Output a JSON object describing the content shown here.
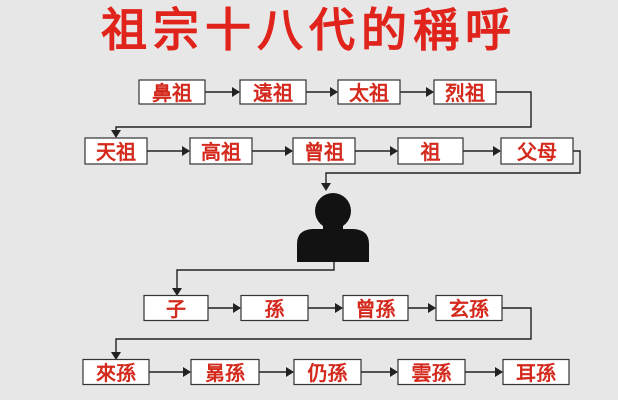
{
  "title": "祖宗十八代的稱呼",
  "rows": [
    [
      "鼻祖",
      "遠祖",
      "太祖",
      "烈祖"
    ],
    [
      "天祖",
      "高祖",
      "曾祖",
      "祖",
      "父母"
    ],
    [
      "子",
      "孫",
      "曾孫",
      "玄孫"
    ],
    [
      "來孫",
      "晜孫",
      "仍孫",
      "雲孫",
      "耳孫"
    ]
  ],
  "colors": {
    "title": "#e0241c",
    "node_text": "#d42a1e",
    "node_fill": "#ffffff",
    "line": "#222222",
    "background": "#e7e7e7"
  },
  "icons": {
    "self": "person-silhouette-icon"
  }
}
